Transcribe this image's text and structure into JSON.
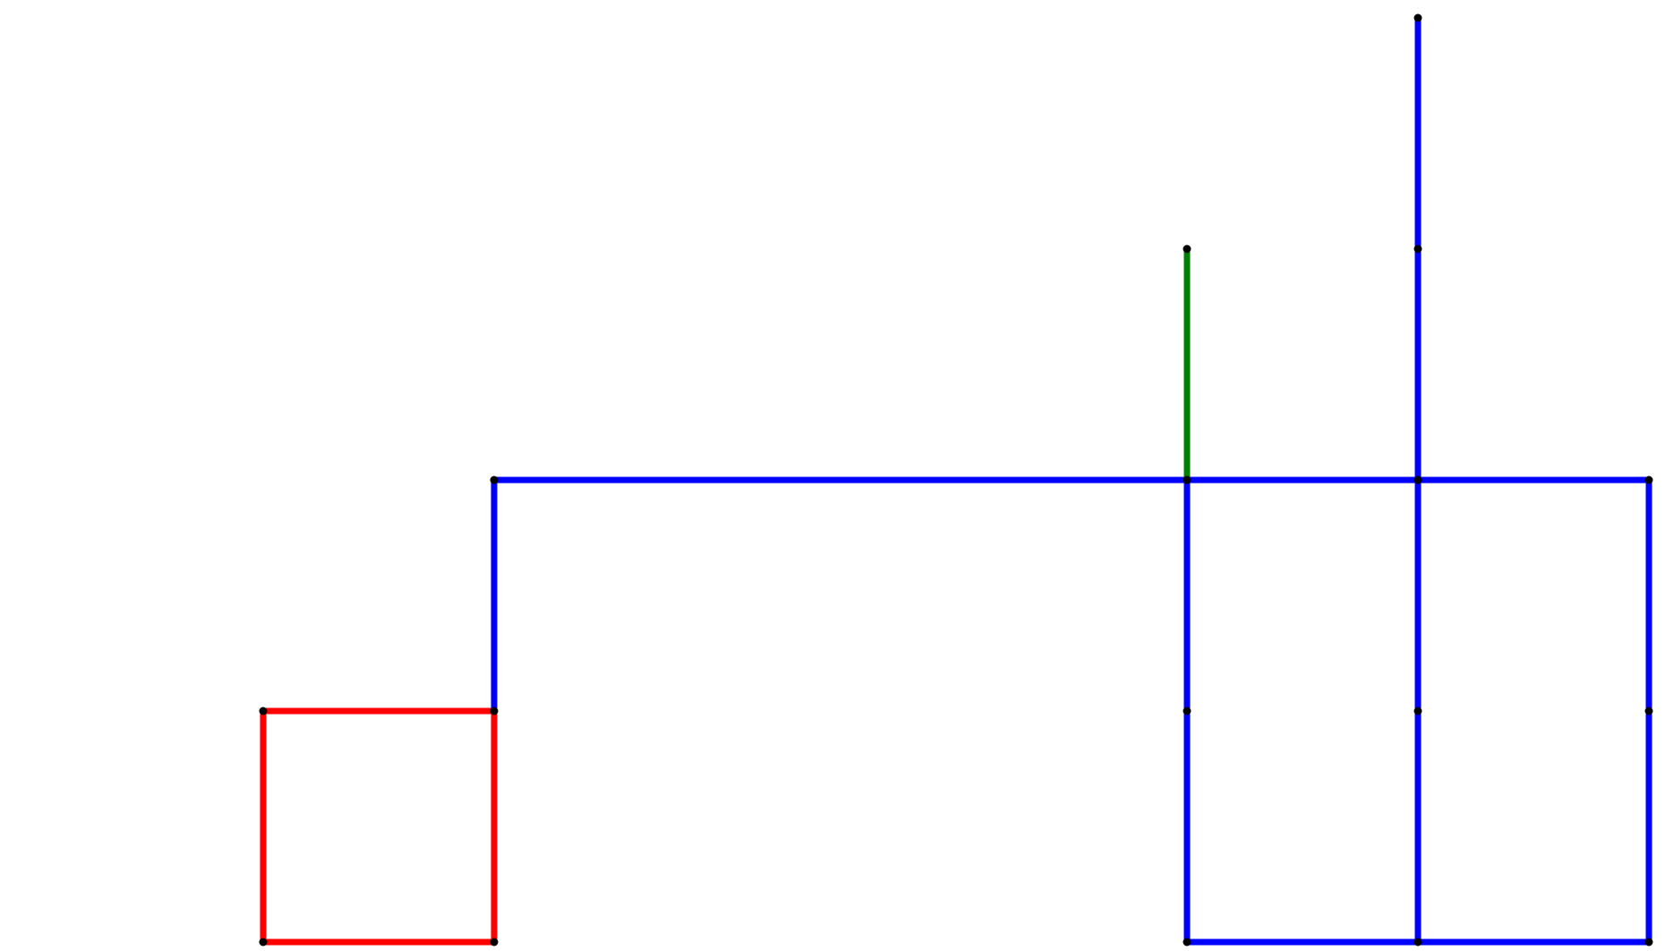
{
  "diagram": {
    "type": "grid-graph",
    "background": "#ffffff",
    "node_color": "#000000",
    "edge_colors": {
      "red": "#ff0000",
      "blue": "#0000ff",
      "green": "#008000"
    },
    "nodes": [
      {
        "id": "a",
        "col": 0,
        "row": 0
      },
      {
        "id": "b",
        "col": 1,
        "row": 0
      },
      {
        "id": "c",
        "col": 0,
        "row": 1
      },
      {
        "id": "d",
        "col": 1,
        "row": 1
      },
      {
        "id": "e",
        "col": 1,
        "row": 2
      },
      {
        "id": "f",
        "col": 4,
        "row": 2
      },
      {
        "id": "g",
        "col": 5,
        "row": 2
      },
      {
        "id": "h",
        "col": 6,
        "row": 2
      },
      {
        "id": "i",
        "col": 4,
        "row": 1
      },
      {
        "id": "j",
        "col": 5,
        "row": 1
      },
      {
        "id": "k",
        "col": 6,
        "row": 1
      },
      {
        "id": "l",
        "col": 4,
        "row": 0
      },
      {
        "id": "m",
        "col": 5,
        "row": 0
      },
      {
        "id": "n",
        "col": 6,
        "row": 0
      },
      {
        "id": "o",
        "col": 4,
        "row": 3
      },
      {
        "id": "p",
        "col": 5,
        "row": 3
      },
      {
        "id": "q",
        "col": 5,
        "row": 4
      }
    ],
    "edges": [
      {
        "from": "a",
        "to": "b",
        "color": "red"
      },
      {
        "from": "a",
        "to": "c",
        "color": "red"
      },
      {
        "from": "c",
        "to": "d",
        "color": "red"
      },
      {
        "from": "b",
        "to": "d",
        "color": "red"
      },
      {
        "from": "d",
        "to": "e",
        "color": "blue"
      },
      {
        "from": "e",
        "to": "f",
        "color": "blue"
      },
      {
        "from": "f",
        "to": "g",
        "color": "blue"
      },
      {
        "from": "g",
        "to": "h",
        "color": "blue"
      },
      {
        "from": "f",
        "to": "i",
        "color": "blue"
      },
      {
        "from": "i",
        "to": "l",
        "color": "blue"
      },
      {
        "from": "l",
        "to": "m",
        "color": "blue"
      },
      {
        "from": "m",
        "to": "n",
        "color": "blue"
      },
      {
        "from": "h",
        "to": "k",
        "color": "blue"
      },
      {
        "from": "k",
        "to": "n",
        "color": "blue"
      },
      {
        "from": "m",
        "to": "j",
        "color": "blue"
      },
      {
        "from": "j",
        "to": "g",
        "color": "blue"
      },
      {
        "from": "g",
        "to": "p",
        "color": "blue"
      },
      {
        "from": "p",
        "to": "q",
        "color": "blue"
      },
      {
        "from": "f",
        "to": "o",
        "color": "green"
      }
    ]
  }
}
